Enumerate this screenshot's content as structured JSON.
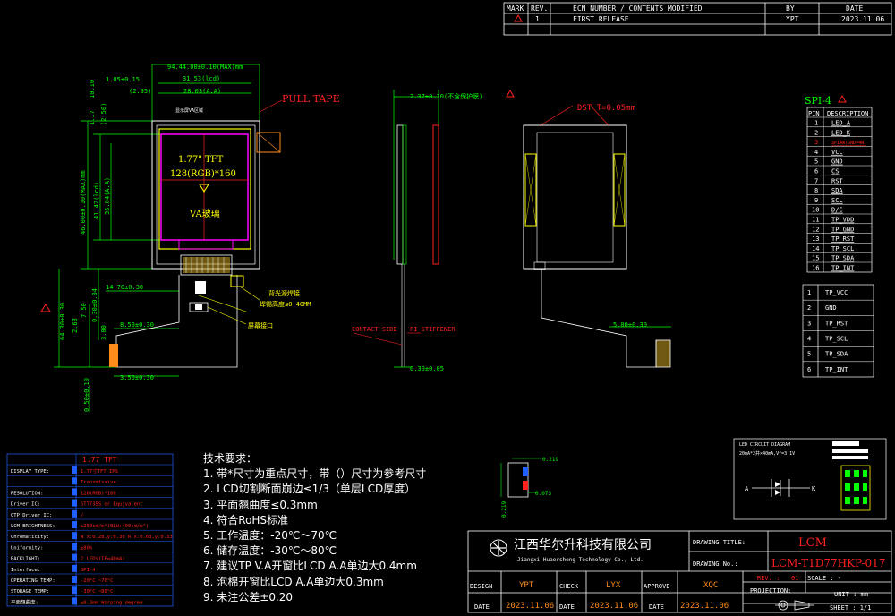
{
  "revision_table": {
    "headers": {
      "mark": "MARK",
      "rev": "REV.",
      "ecn": "ECN NUMBER / CONTENTS MODIFIED",
      "by": "BY",
      "date": "DATE"
    },
    "row": {
      "rev": "1",
      "ecn": "FIRST RELEASE",
      "by": "YPT",
      "date": "2023.11.06"
    }
  },
  "front_view": {
    "dims": {
      "outline_w": "94.44.00±0.10(MAX)mm",
      "lcd_w": "31.53(lcd)",
      "va_w_offset": "(2.95)",
      "aa_w": "28.03(A.A)",
      "top1": "1.05±0.15",
      "top2": "1.17",
      "top3": "10.10",
      "top4": "(2.50)",
      "lcd_h": "41.42(lcd)",
      "aa_h": "35.04(A.A)",
      "outline_h": "46.00±0.10(MAX)mm",
      "fpc_w": "14.70±0.30",
      "tail1": "8.50±0.30",
      "tail2": "3.50±0.30",
      "tail3": "0.50±0.10",
      "total": "64.30±0.30",
      "side1": "7.50",
      "side2": "0.30±0.04",
      "side3": "2.63",
      "side4": "3.00"
    },
    "label_small": "显示屏VA区域",
    "panel_title": "1.77\" TFT",
    "panel_res": "128(RGB)*160",
    "panel_va": "VA玻璃",
    "pull_tape": "PULL TAPE",
    "note_a": "背光源焊接",
    "note_b": "焊锡高度≤0.40MM",
    "note_c": "屏幕接口"
  },
  "side_view": {
    "thickness": "2.37±0.10(不含保护膜)",
    "contact": "CONTACT SIDE",
    "stiffener": "PI STIFFENER",
    "fpc_t": "0.30±0.05"
  },
  "back_view": {
    "dst": "DST T=0.05mm",
    "dim": "5.00±0.30"
  },
  "spi_table": {
    "title": "SPI-4",
    "headers": [
      "PIN",
      "DESCRIPTION"
    ],
    "rows": [
      [
        "1",
        "LED_A"
      ],
      [
        "2",
        "LED_K"
      ],
      [
        "3",
        "SPI4W(GND=4W)"
      ],
      [
        "4",
        "VCC"
      ],
      [
        "5",
        "GND"
      ],
      [
        "6",
        "CS"
      ],
      [
        "7",
        "RST"
      ],
      [
        "8",
        "SDA"
      ],
      [
        "9",
        "SCL"
      ],
      [
        "10",
        "D/C"
      ],
      [
        "11",
        "TP_VDD"
      ],
      [
        "12",
        "TP_GND"
      ],
      [
        "13",
        "TP_RST"
      ],
      [
        "14",
        "TP_SCL"
      ],
      [
        "15",
        "TP_SDA"
      ],
      [
        "16",
        "TP_INT"
      ]
    ],
    "highlight_color": "#ff2020"
  },
  "tp_table": {
    "rows": [
      [
        "1",
        "TP_VCC"
      ],
      [
        "2",
        "GND"
      ],
      [
        "3",
        "TP_RST"
      ],
      [
        "4",
        "TP_SCL"
      ],
      [
        "5",
        "TP_SDA"
      ],
      [
        "6",
        "TP_INT"
      ]
    ]
  },
  "led_diagram": {
    "title": "LED CIRCUIT DIAGRAM",
    "spec": "20mA*2并×40mA,Vf=3.1V",
    "a": "A",
    "k": "K"
  },
  "pad_detail": {
    "d1": "0.219",
    "d2": "0.073",
    "d3": "0.219"
  },
  "notes": {
    "title": "技术要求：",
    "items": [
      "1. 带*尺寸为重点尺寸，带（）尺寸为参考尺寸",
      "2. LCD切割断面崩边≤1/3（单层LCD厚度）",
      "3. 平面翘曲度≤0.3mm",
      "4. 符合RoHS标准",
      "5. 工作温度：-20℃～70℃",
      "6. 储存温度：-30℃～80℃",
      "7. 建议TP V.A开窗比LCD A.A单边大0.4mm",
      "8. 泡棉开窗比LCD A.A单边大0.3mm",
      "9. 未注公差±0.20"
    ]
  },
  "spec_block": {
    "title": "1.77 TFT",
    "rows": [
      [
        "DISPLAY TYPE:",
        "1.77寸TFT IPS"
      ],
      [
        "",
        "Transmissive"
      ],
      [
        "RESOLUTION:",
        "128(RGB)*160"
      ],
      [
        "Driver IC:",
        "ST7735S or Equivalent"
      ],
      [
        "CTP Driver IC:",
        "/"
      ],
      [
        "LCM BRIGHTNESS:",
        "≥250cd/m²(BLU:400cd/m²)"
      ],
      [
        "Chromaticity:",
        "W x:0.28,y:0.30 R x:0.63,y:0.33"
      ],
      [
        "Uniformity:",
        "≥80%"
      ],
      [
        "BACKLIGHT:",
        "2 LEDs(IF=40mA)"
      ],
      [
        "Interface:",
        "SPI-4"
      ],
      [
        "OPERATING TEMP:",
        "-20°C ~70°C"
      ],
      [
        "STORAGE TEMP:",
        "-30°C ~80°C"
      ],
      [
        "平面翘曲度:",
        "≤0.3mm Warping degree"
      ]
    ]
  },
  "title_block": {
    "company_cn": "江西华尔升科技有限公司",
    "company_en": "Jiangxi Huaersheng Technology Co., Ltd.",
    "drawing_title_label": "DRAWING TITLE:",
    "drawing_title": "LCM",
    "drawing_no_label": "DRAWING No.:",
    "drawing_no": "LCM-T1D77HKP-017",
    "design_label": "DESIGN",
    "design": "YPT",
    "check_label": "CHECK",
    "check": "LYX",
    "approve_label": "APPROVE",
    "approve": "XQC",
    "date_label": "DATE",
    "date1": "2023.11.06",
    "date2": "2023.11.06",
    "date3": "2023.11.06",
    "rev_label": "REV. :",
    "rev": "01",
    "scale_label": "SCALE : -",
    "projection_label": "PROJECTION:",
    "unit_label": "UNIT : mm",
    "sheet_label": "SHEET : 1/1"
  },
  "colors": {
    "outline": "#ffffff",
    "dim": "#00ff00",
    "highlight": "#ffff00",
    "magenta": "#ff00ff",
    "red": "#ff2020",
    "orange": "#ff8c1a",
    "blue": "#2060ff"
  }
}
